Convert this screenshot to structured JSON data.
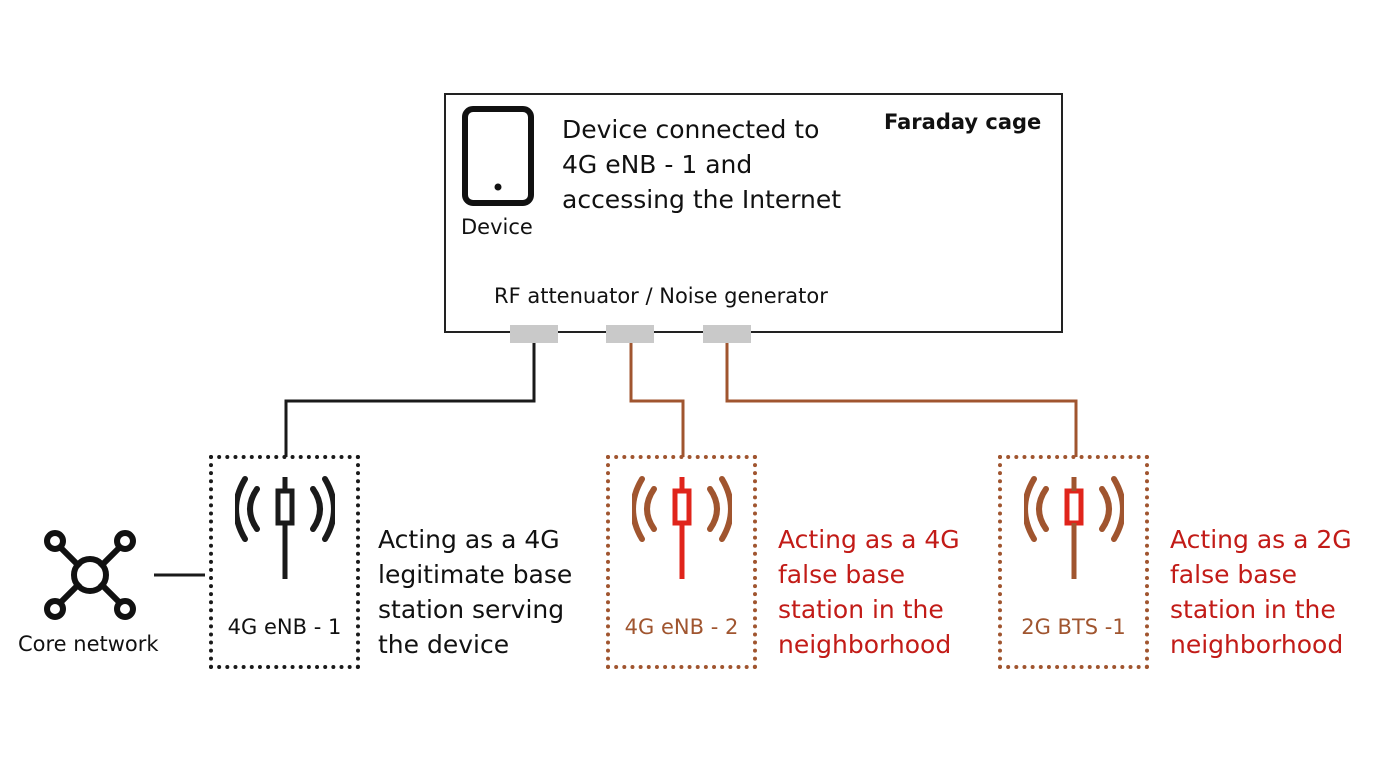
{
  "cage": {
    "title": "Faraday cage",
    "device_label": "Device",
    "description_lines": [
      "Device connected to",
      "4G eNB - 1 and",
      "accessing the Internet"
    ],
    "attenuator_label": "RF attenuator / Noise generator"
  },
  "core": {
    "label": "Core network"
  },
  "stations": [
    {
      "label": "4G eNB - 1",
      "desc": [
        "Acting as a 4G",
        "legitimate base",
        "station serving",
        "the device"
      ],
      "kind": "legitimate"
    },
    {
      "label": "4G eNB - 2",
      "desc": [
        "Acting as a 4G",
        "false base",
        "station in the",
        "neighborhood"
      ],
      "kind": "false"
    },
    {
      "label": "2G BTS -1",
      "desc": [
        "Acting as a 2G",
        "false base",
        "station in the",
        "neighborhood"
      ],
      "kind": "false"
    }
  ],
  "colors": {
    "legit": "#1a1a1a",
    "false_text": "#c21b17",
    "false_wire": "#a0552f",
    "port": "#c9c9c9"
  },
  "icons": [
    "phone-icon",
    "network-hub-icon",
    "antenna-icon"
  ]
}
